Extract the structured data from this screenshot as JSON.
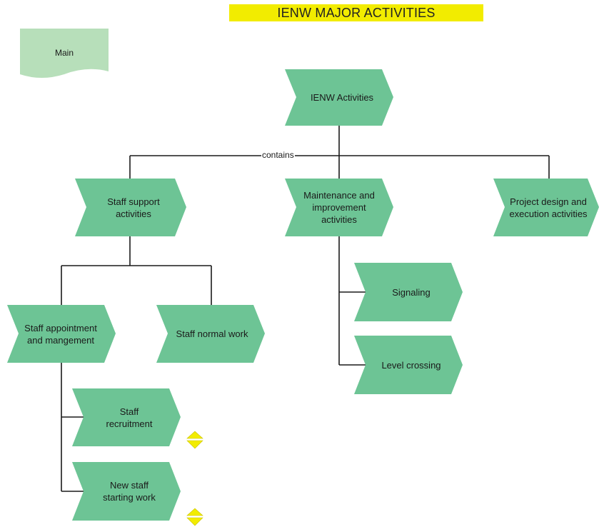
{
  "title": "IENW MAJOR ACTIVITIES",
  "main_sheet_label": "Main",
  "edge_label": "contains",
  "colors": {
    "banner": "#f2ec00",
    "node_fill": "#6dc495",
    "sheet_fill": "#b7dfba",
    "connector": "#1a1a1a",
    "toggle": "#f2ec00"
  },
  "nodes": {
    "ienw_activities": "IENW Activities",
    "staff_support": "Staff support\nactivities",
    "maintenance": "Maintenance and\nimprovement\nactivities",
    "project_design": "Project design and\nexecution activities",
    "staff_appointment": "Staff appointment\nand mangement",
    "staff_normal_work": "Staff normal work",
    "signaling": "Signaling",
    "level_crossing": "Level crossing",
    "staff_recruitment": "Staff\nrecruitment",
    "new_staff": "New staff\nstarting work"
  },
  "icons": [
    "expand-collapse-icon",
    "expand-collapse-icon"
  ]
}
